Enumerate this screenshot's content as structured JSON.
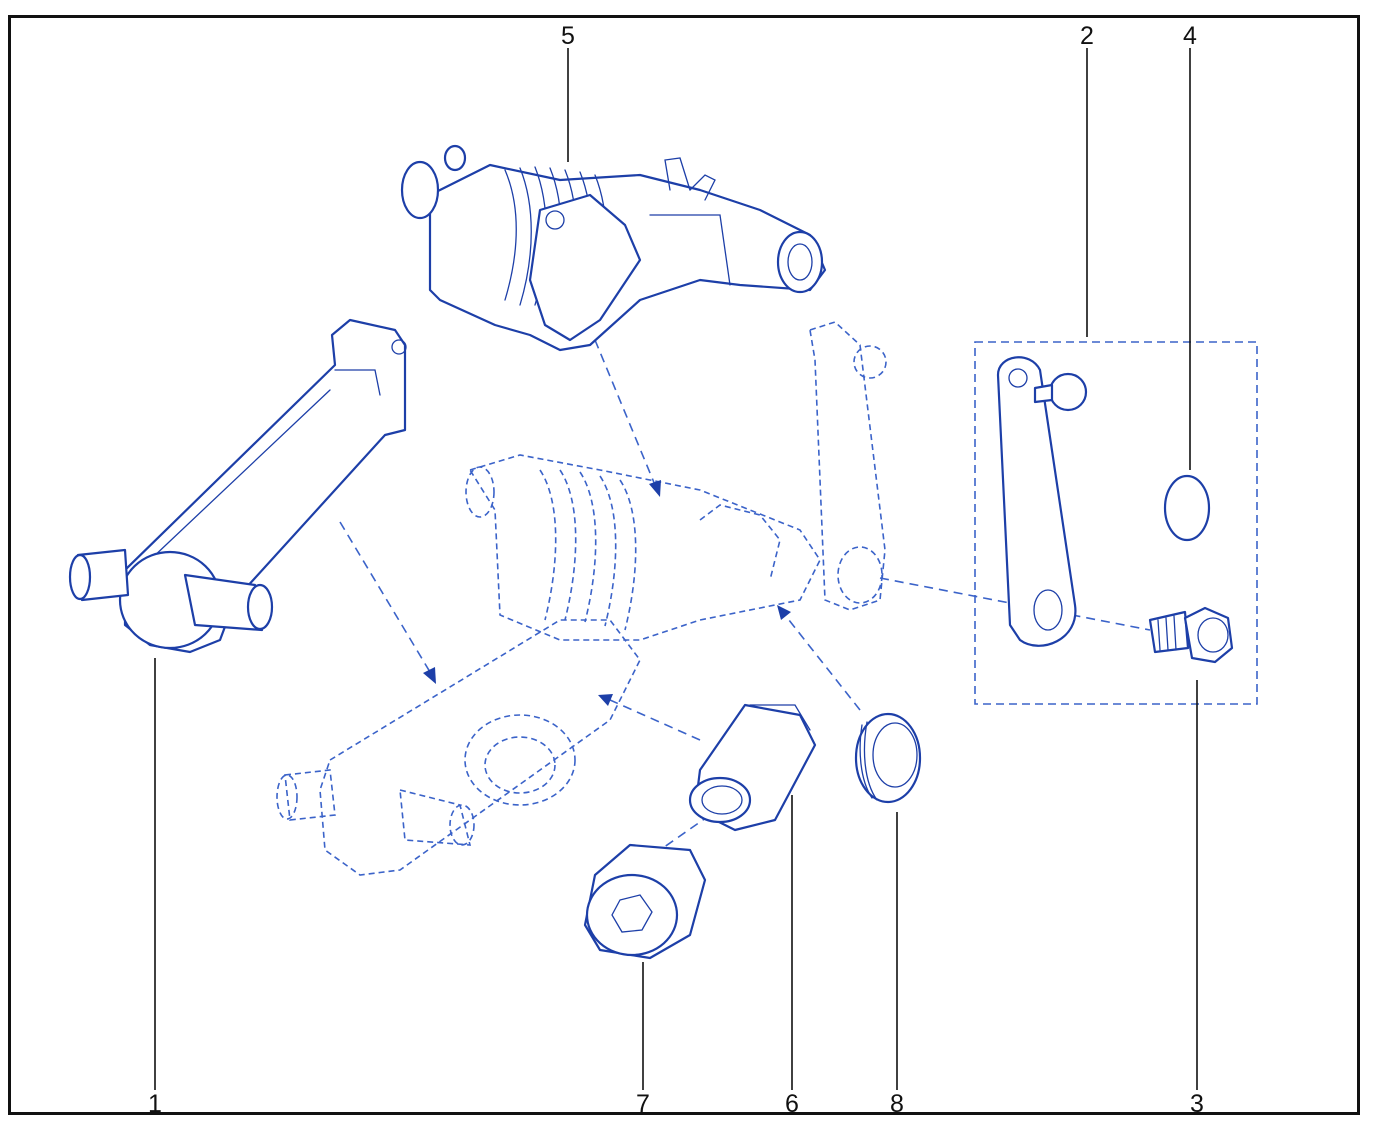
{
  "callouts": {
    "c1": "1",
    "c2": "2",
    "c3": "3",
    "c4": "4",
    "c5": "5",
    "c6": "6",
    "c7": "7",
    "c8": "8"
  },
  "colors": {
    "line": "#1d3fa8",
    "ghost_line": "#3b63c9",
    "frame": "#111111",
    "background": "#ffffff"
  }
}
